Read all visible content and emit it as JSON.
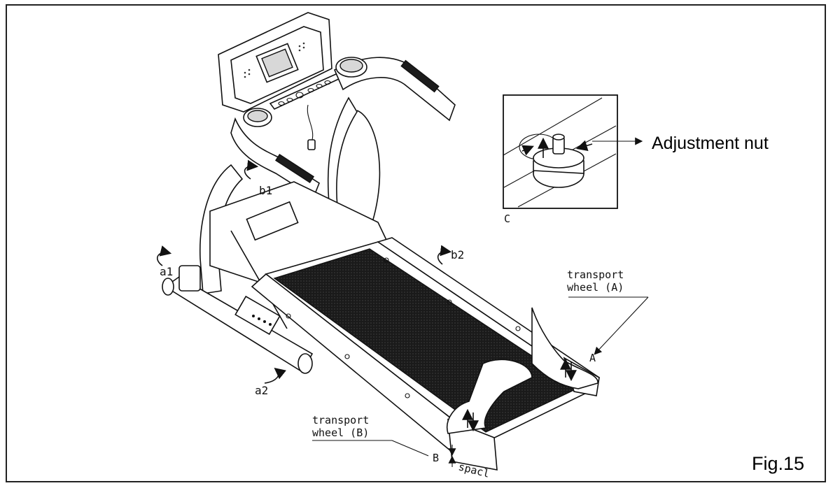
{
  "figure": {
    "label": "Fig.15",
    "inset": {
      "corner_label": "C",
      "callout": "Adjustment nut"
    },
    "markers": {
      "a1": "a1",
      "a2": "a2",
      "b1": "b1",
      "b2": "b2",
      "A": "A",
      "B": "B",
      "space": "spacl"
    },
    "wheel_a": {
      "line1": "transport",
      "line2": "wheel (A)"
    },
    "wheel_b": {
      "line1": "transport",
      "line2": "wheel (B)"
    }
  }
}
